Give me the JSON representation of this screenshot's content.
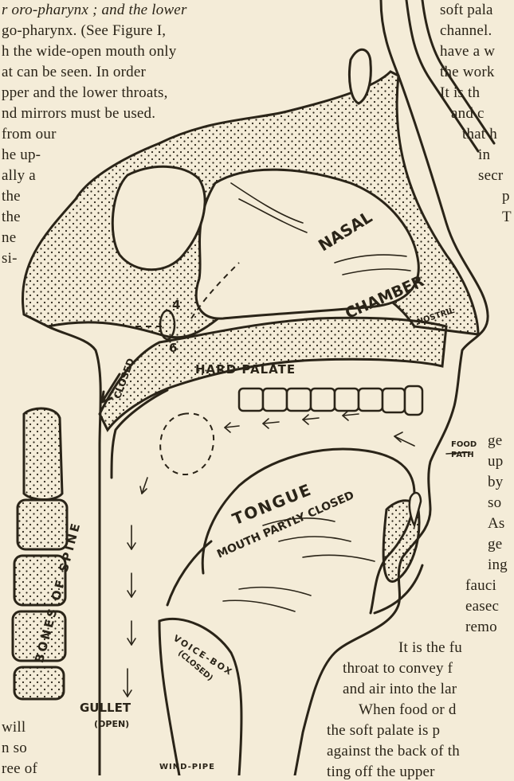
{
  "text_left": [
    "r oro-pharynx ; and the lower",
    "go-pharynx. (See Figure I,",
    "h the wide-open mouth only",
    "at can be seen. In order",
    "pper and the lower throats,",
    "nd mirrors must be used.",
    "from our",
    "he up-",
    "ally a",
    "the",
    "the",
    "ne",
    "si-"
  ],
  "text_right": [
    "soft pala",
    "channel.",
    "have a w",
    "the work",
    "It is th",
    "and c",
    "that h",
    "in",
    "secr",
    "p",
    "T"
  ],
  "text_right_lower": [
    "ge",
    "up",
    "by",
    "so",
    "As",
    "ge",
    "ing",
    "fauci",
    "easec",
    "remo"
  ],
  "text_bottom": [
    "It is the fu",
    "throat to convey f",
    "and air into the lar",
    "When food or d",
    "the soft palate is p",
    "against the back of th",
    "ting off the upper"
  ],
  "text_bottom_left": [
    "will",
    "n so",
    "ree of"
  ],
  "labels": {
    "nasal": "NASAL",
    "chamber": "CHAMBER",
    "nostril": "NOSTRIL",
    "hard_palate": "HARD PALATE",
    "closed": "CLOSED",
    "tongue": "TONGUE",
    "mouth_partly_closed": "MOUTH PARTLY CLOSED",
    "food_path_1": "FOOD",
    "food_path_2": "PATH",
    "bones_of_spine": "BONES OF SPINE",
    "voice_box": "VOICE-BOX",
    "voice_box_closed": "(CLOSED)",
    "gullet": "GULLET",
    "gullet_open": "(OPEN)",
    "wind_pipe": "WIND-PIPE",
    "num_4": "4",
    "num_6": "6"
  }
}
